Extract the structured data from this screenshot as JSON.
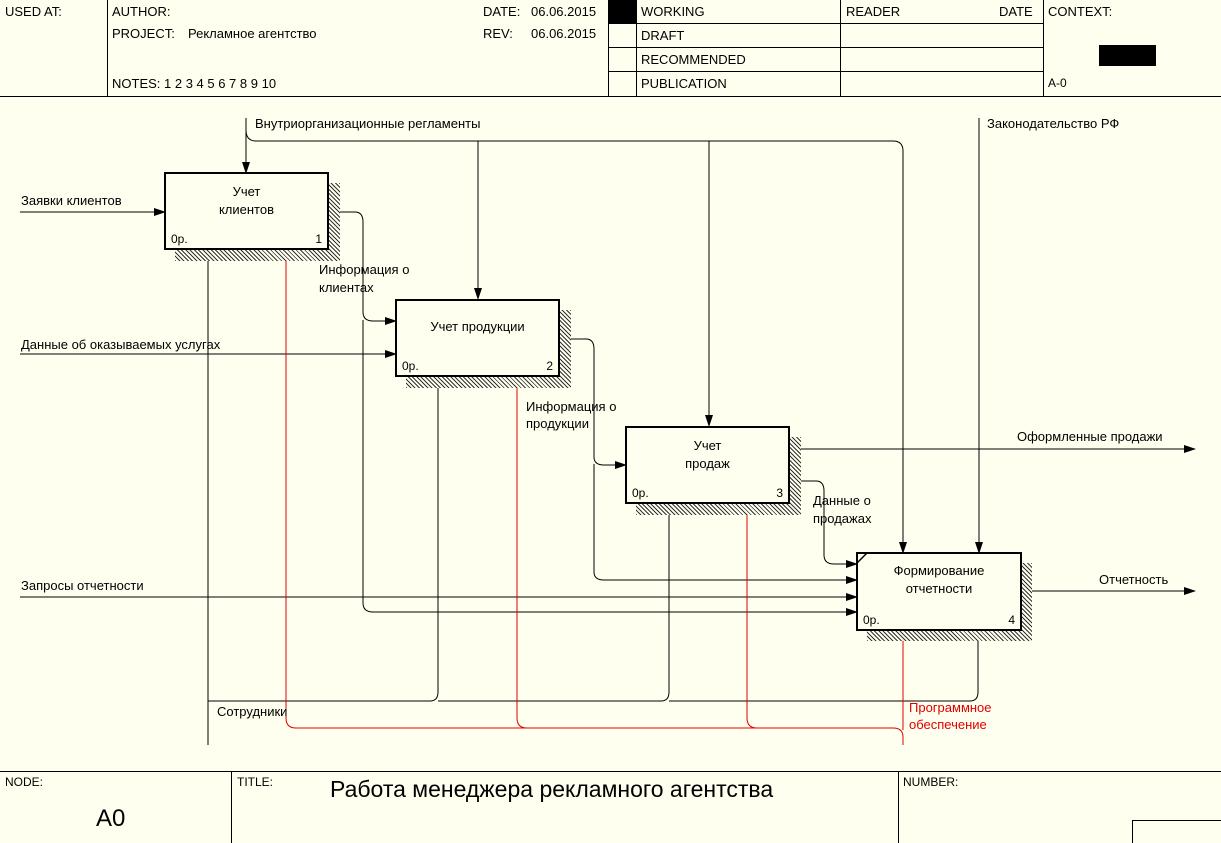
{
  "header": {
    "used_at": "USED AT:",
    "author": "AUTHOR:",
    "project_label": "PROJECT:",
    "project_value": "Рекламное агентство",
    "notes": "NOTES:  1  2  3  4  5  6  7  8  9  10",
    "date_label": "DATE:",
    "date_value": "06.06.2015",
    "rev_label": "REV:",
    "rev_value": "06.06.2015",
    "status": [
      "WORKING",
      "DRAFT",
      "RECOMMENDED",
      "PUBLICATION"
    ],
    "reader": "READER",
    "reader_date": "DATE",
    "context": "CONTEXT:",
    "context_node": "A-0"
  },
  "boxes": [
    {
      "title_lines": [
        "Учет",
        "клиентов"
      ],
      "cost": "0р.",
      "num": "1"
    },
    {
      "title_lines": [
        "Учет продукции"
      ],
      "cost": "0р.",
      "num": "2"
    },
    {
      "title_lines": [
        "Учет",
        "продаж"
      ],
      "cost": "0р.",
      "num": "3"
    },
    {
      "title_lines": [
        "Формирование",
        "отчетности"
      ],
      "cost": "0р.",
      "num": "4"
    }
  ],
  "arrows": {
    "reglamenty": "Внутриорганизационные регламенты",
    "zakon": "Законодательство РФ",
    "zayavki": "Заявки клиентов",
    "dannye_uslugi": "Данные об оказываемых услугах",
    "zaprosy": "Запросы отчетности",
    "info_klienty_1": "Информация о",
    "info_klienty_2": "клиентах",
    "info_produkcii_1": "Информация о",
    "info_produkcii_2": "продукции",
    "dannye_prodazhi_1": "Данные о",
    "dannye_prodazhi_2": "продажах",
    "oformlennye": "Оформленные продажи",
    "otchetnost": "Отчетность",
    "sotrudniki": "Сотрудники",
    "po_1": "Программное",
    "po_2": "обеспечение"
  },
  "footer": {
    "node_label": "NODE:",
    "node_value": "A0",
    "title_label": "TITLE:",
    "title_value": "Работа  менеджера рекламного агентства",
    "number_label": "NUMBER:"
  },
  "colors": {
    "background": "#fffff0",
    "mechanism_red": "#e00000"
  }
}
